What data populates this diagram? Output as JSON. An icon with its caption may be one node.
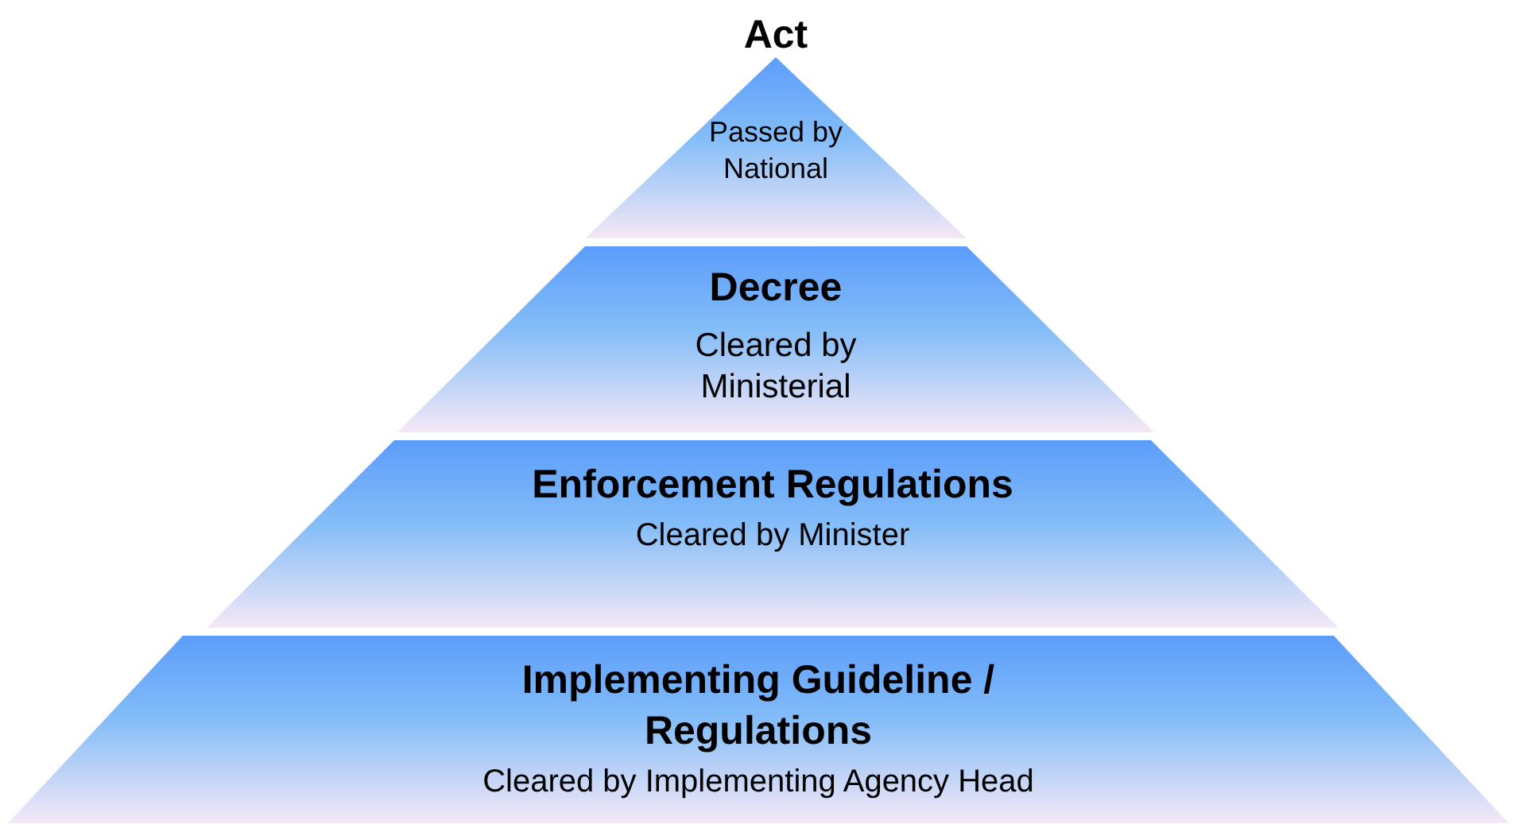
{
  "diagram": {
    "nodes": [
      {
        "text": [
          "Act",
          "Passed by National"
        ]
      },
      {
        "text": [
          "Decree",
          "Cleared by Ministerial"
        ]
      },
      {
        "text": [
          "Enforcement Regulations",
          "Cleared by Minister"
        ]
      },
      {
        "text": [
          "Implementing Guideline / Regulations",
          "Cleared by Implementing Agency Head"
        ]
      }
    ]
  }
}
